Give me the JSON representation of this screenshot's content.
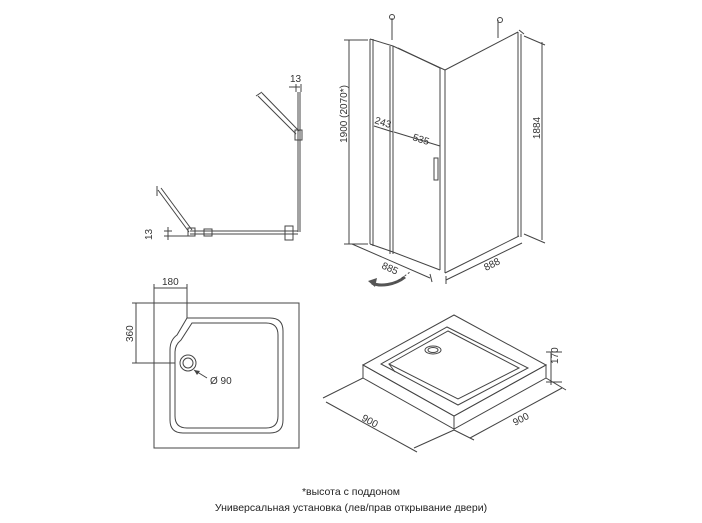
{
  "plan_view": {
    "thickness_top": "13",
    "thickness_left": "13"
  },
  "enclosure_view": {
    "height_main": "1900 (2070*)",
    "height_side": "1884",
    "dim_hinge": "243",
    "dim_door": "535",
    "width_front": "885",
    "width_side": "888"
  },
  "tray_plan": {
    "offset_x": "180",
    "offset_y": "360",
    "drain_diameter": "Ø 90"
  },
  "tray_iso": {
    "height": "170",
    "width_left": "900",
    "width_right": "900"
  },
  "captions": {
    "line1": "*высота с поддоном",
    "line2": "Универсальная установка (лев/прав открывание двери)"
  }
}
